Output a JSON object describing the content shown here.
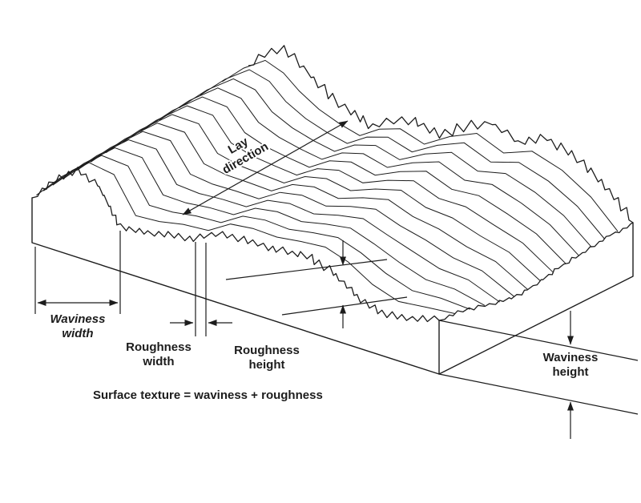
{
  "diagram": {
    "lay_direction": {
      "line1": "Lay",
      "line2": "direction"
    },
    "waviness_width": {
      "line1": "Waviness",
      "line2": "width"
    },
    "roughness_width": {
      "line1": "Roughness",
      "line2": "width"
    },
    "roughness_height": {
      "line1": "Roughness",
      "line2": "height"
    },
    "waviness_height": {
      "line1": "Waviness",
      "line2": "height"
    },
    "equation": "Surface texture = waviness + roughness",
    "colors": {
      "ink": "#1c1c1c",
      "background": "#ffffff"
    }
  }
}
